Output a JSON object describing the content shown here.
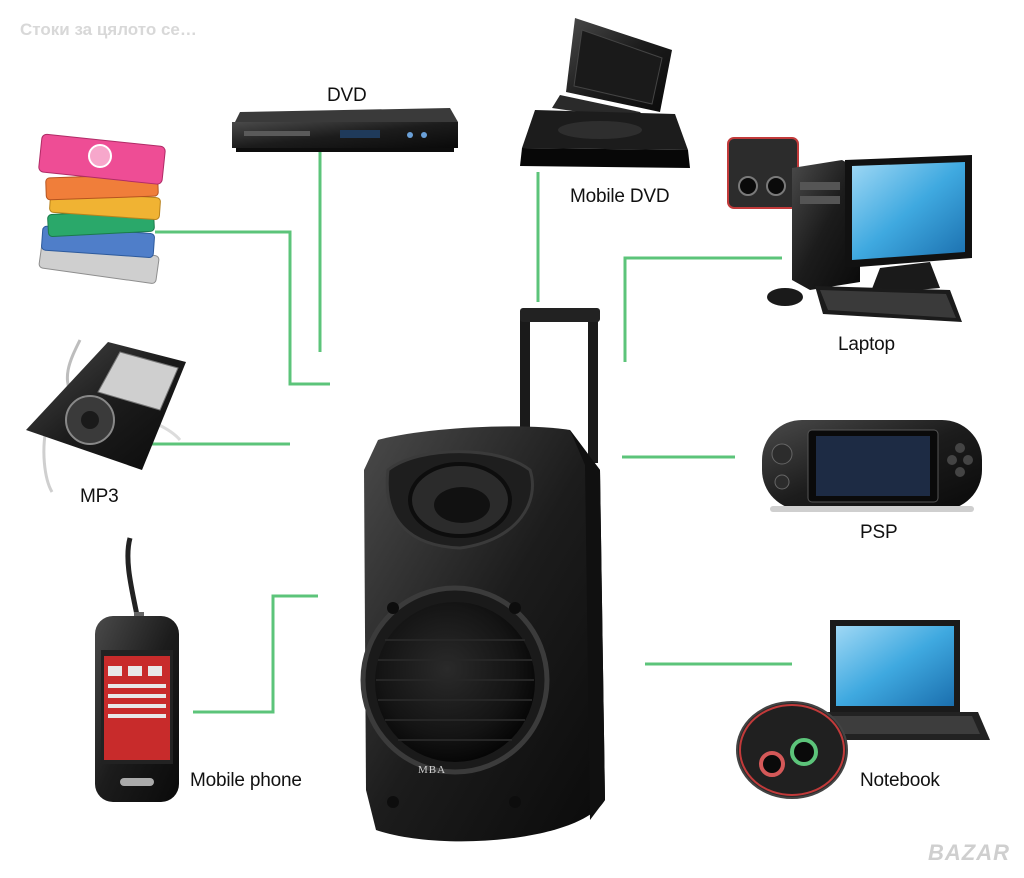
{
  "watermark": "Стоки за цялото се…",
  "brand_logo": "BAZAR",
  "line_color": "#5cc47a",
  "speaker": {
    "brand": "MBA"
  },
  "devices": {
    "dvd": "DVD",
    "mobile_dvd": "Mobile DVD",
    "laptop": "Laptop",
    "mp3": "MP3",
    "psp": "PSP",
    "mobile_phone": "Mobile phone",
    "notebook": "Notebook"
  }
}
